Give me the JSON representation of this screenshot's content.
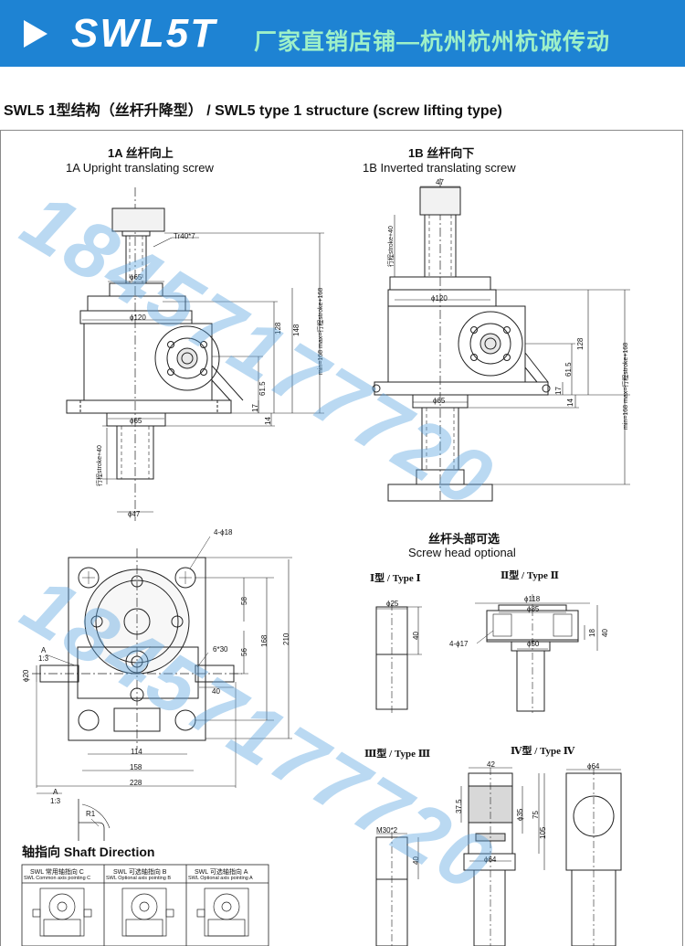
{
  "banner": {
    "model": "SWL5T",
    "shop": "厂家直销店铺—杭州杭州杭诚传动",
    "bg_color": "#1e83d3",
    "text_color": "#9ef0c8",
    "arrow_icon": "play-triangle-icon"
  },
  "section_title": "SWL5 1型结构（丝杆升降型） / SWL5 type 1 structure (screw lifting type)",
  "view_1a": {
    "title_cn": "1A 丝杆向上",
    "title_en": "1A Upright translating screw"
  },
  "view_1b": {
    "title_cn": "1B 丝杆向下",
    "title_en": "1B Inverted translating screw"
  },
  "screw_head": {
    "title_cn": "丝杆头部可选",
    "title_en": "Screw head optional"
  },
  "types": {
    "t1": "Ⅰ型 / Type Ⅰ",
    "t2": "Ⅱ型 / Type Ⅱ",
    "t3": "Ⅲ型 / Type Ⅲ",
    "t4": "Ⅳ型 / Type Ⅳ"
  },
  "shaft_direction": {
    "title": "轴指向 Shaft Direction",
    "items": [
      {
        "cn": "SWL 常用轴指向 C",
        "en": "SWL Common axis pointing C"
      },
      {
        "cn": "SWL 可选轴指向 B",
        "en": "SWL Optional axis pointing B"
      },
      {
        "cn": "SWL 可选轴指向 A",
        "en": "SWL Optional axis pointing A"
      }
    ]
  },
  "dims": {
    "tr": "Tr40*7",
    "d65": "ϕ65",
    "d120": "ϕ120",
    "d47": "ϕ47",
    "n47": "47",
    "n128": "128",
    "n148": "148",
    "n61_5": "61.5",
    "n17": "17",
    "n14": "14",
    "stroke": "行程stroke+40",
    "minmax": "min=168 max=行程stroke+168",
    "holes": "4-ϕ18",
    "n58": "58",
    "n168": "168",
    "n210": "210",
    "n56": "56",
    "key": "6*30",
    "n40": "40",
    "d20": "ϕ20",
    "n114": "114",
    "n158": "158",
    "n228": "228",
    "A": "A",
    "scale": "1:3",
    "r1": "R1",
    "d25": "ϕ25",
    "d118": "ϕ118",
    "d85": "ϕ85",
    "n18": "18",
    "d50": "ϕ50",
    "holes17": "4-ϕ17",
    "m30": "M30*2",
    "n42": "42",
    "n37_5": "37.5",
    "d35": "ϕ35",
    "n75": "75",
    "n105": "105",
    "d64": "ϕ64"
  },
  "watermark": {
    "text1": "18457177720",
    "text2": "18457177720"
  }
}
